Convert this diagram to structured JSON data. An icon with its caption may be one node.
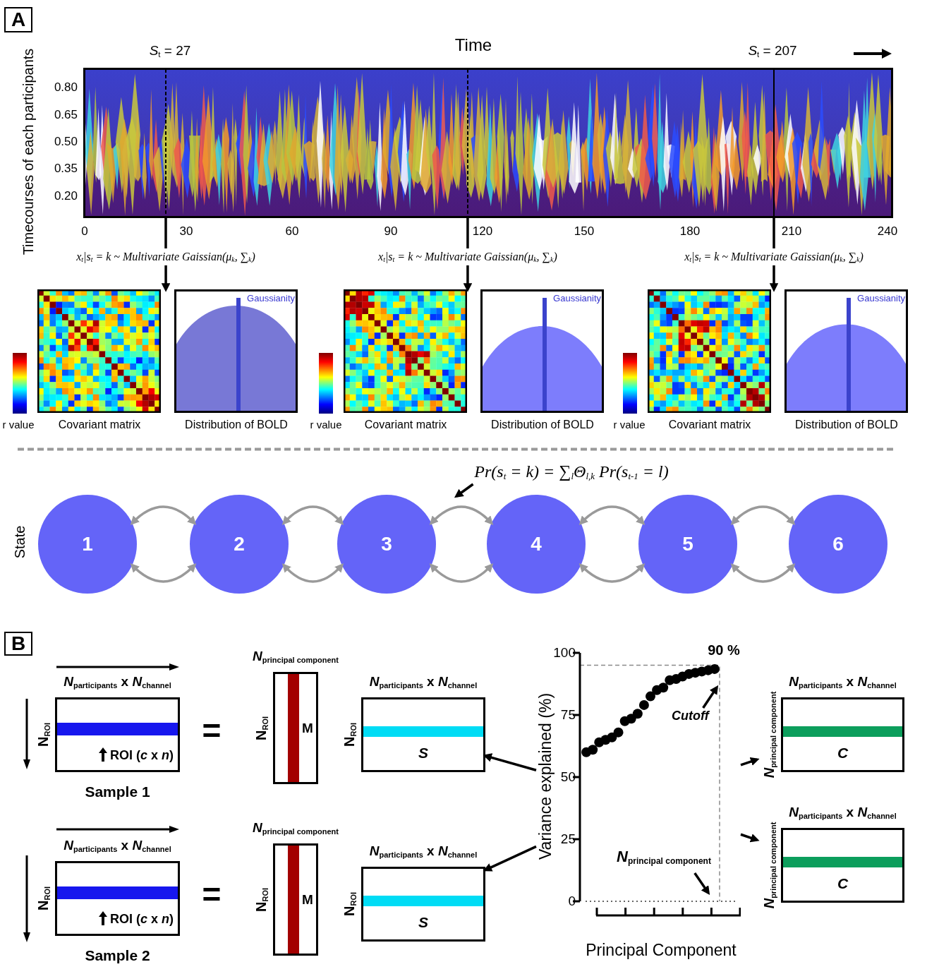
{
  "diagram": {
    "nodes": [
      {
        "text": [
          "A"
        ]
      },
      {
        "text": [],
        "shape": "picture"
      },
      {
        "text": [],
        "shape": "picture",
        "beside": [
          "Covariant matrix"
        ]
      },
      {
        "text": [
          "Gaussianity"
        ],
        "beside": [
          "Distribution of BOLD"
        ]
      },
      {
        "text": [],
        "shape": "picture",
        "beside": [
          "Covariant matrix"
        ]
      },
      {
        "text": [
          "Gaussianity"
        ],
        "beside": [
          "Distribution of BOLD"
        ]
      },
      {
        "text": [],
        "shape": "picture",
        "beside": [
          "Covariant matrix"
        ]
      },
      {
        "text": [
          "Gaussianity"
        ],
        "beside": [
          "Distribution of BOLD"
        ]
      },
      {
        "text": [
          "Pr(s$_{t}$ = k) = ∑$_{l}$Θ$_{l,k}$ Pr(s$_{t-1}$ = l)"
        ]
      },
      {
        "text": [
          "1"
        ]
      },
      {
        "text": [
          "2"
        ]
      },
      {
        "text": [
          "3"
        ]
      },
      {
        "text": [
          "4"
        ]
      },
      {
        "text": [
          "5"
        ]
      },
      {
        "text": [
          "6"
        ]
      },
      {
        "text": [
          "B"
        ]
      },
      {
        "text": [
          "ROI (*c* x *n*)"
        ],
        "beside": [
          "*N*$_{participants}$ x *N*$_{channel}$",
          "N$_{ROI}$",
          "Sample 1"
        ]
      },
      {
        "text": [
          "M"
        ],
        "beside": [
          "*N*$_{principal component}$",
          "N$_{ROI}$"
        ]
      },
      {
        "text": [
          "S"
        ],
        "beside": [
          "*N*$_{participants}$ x *N*$_{channel}$",
          "N$_{ROI}$"
        ]
      },
      {
        "text": [],
        "shape": "picture"
      },
      {
        "text": [
          "C"
        ],
        "beside": [
          "*N*$_{participants}$ x *N*$_{channel}$",
          "*N*$_{principal component}$"
        ]
      },
      {
        "text": [
          "ROI (*c* x *n*)"
        ],
        "beside": [
          "*N*$_{participants}$ x *N*$_{channel}$",
          "N$_{ROI}$",
          "Sample 2"
        ]
      },
      {
        "text": [
          "M"
        ],
        "beside": [
          "*N*$_{principal component}$",
          "N$_{ROI}$"
        ]
      },
      {
        "text": [
          "S"
        ],
        "beside": [
          "*N*$_{participants}$ x *N*$_{channel}$",
          "N$_{ROI}$"
        ]
      },
      {
        "text": [
          "C"
        ],
        "beside": [
          "*N*$_{participants}$ x *N*$_{channel}$",
          "*N*$_{principal component}$"
        ]
      },
      {
        "text": [
          "Cutoff"
        ],
        "in": 19
      },
      {
        "text": [
          "*N*$_{principal component}$"
        ],
        "in": 19
      }
    ],
    "edges": [
      {
        "from": 1,
        "to": 2,
        "arrow": "to",
        "label": "x$_{t}$|s$_{t}$ = k ~ Multivariate Gaissian(μ$_{k}$, ∑$_{k}$)"
      },
      {
        "from": 1,
        "to": 4,
        "arrow": "to",
        "label": "x$_{t}$|s$_{t}$ = k ~ Multivariate Gaissian(μ$_{k}$, ∑$_{k}$)"
      },
      {
        "from": 1,
        "to": 6,
        "arrow": "to",
        "label": "x$_{t}$|s$_{t}$ = k ~ Multivariate Gaissian(μ$_{k}$, ∑$_{k}$)"
      },
      {
        "from": 8,
        "to": null,
        "arrow": "to"
      },
      {
        "from": 9,
        "to": 10,
        "arrow": "both",
        "color": "#9a9a9a"
      },
      {
        "from": 9,
        "to": 10,
        "arrow": "both",
        "color": "#9a9a9a"
      },
      {
        "from": 10,
        "to": 11,
        "arrow": "both",
        "color": "#9a9a9a"
      },
      {
        "from": 10,
        "to": 11,
        "arrow": "both",
        "color": "#9a9a9a"
      },
      {
        "from": 11,
        "to": 12,
        "arrow": "both",
        "color": "#9a9a9a"
      },
      {
        "from": 11,
        "to": 12,
        "arrow": "both",
        "color": "#9a9a9a"
      },
      {
        "from": 12,
        "to": 13,
        "arrow": "both",
        "color": "#9a9a9a"
      },
      {
        "from": 12,
        "to": 13,
        "arrow": "both",
        "color": "#9a9a9a"
      },
      {
        "from": 13,
        "to": 14,
        "arrow": "both",
        "color": "#9a9a9a"
      },
      {
        "from": 13,
        "to": 14,
        "arrow": "both",
        "color": "#9a9a9a"
      },
      {
        "from": 19,
        "to": 18,
        "arrow": "to"
      },
      {
        "from": 19,
        "to": 23,
        "arrow": "to"
      },
      {
        "from": 19,
        "to": 20,
        "arrow": "to"
      },
      {
        "from": 19,
        "to": 24,
        "arrow": "to"
      },
      {
        "from": 25,
        "to": null,
        "arrow": "to"
      },
      {
        "from": 26,
        "to": null,
        "arrow": "to"
      }
    ],
    "labels": [
      "*S*$_{t}$ = 27",
      "Time",
      "*S*$_{t}$ = 207",
      "Timecourses of each participants",
      "0.80",
      "0.65",
      "0.50",
      "0.35",
      "0.20",
      "0",
      "30",
      "60",
      "90",
      "120",
      "150",
      "180",
      "210",
      "240",
      "r value",
      "r value",
      "r value",
      "State",
      "100",
      "90 %",
      "75",
      "=",
      "50",
      "25",
      "=",
      "0",
      "Variance explained (%)",
      "Principal Component"
    ]
  }
}
